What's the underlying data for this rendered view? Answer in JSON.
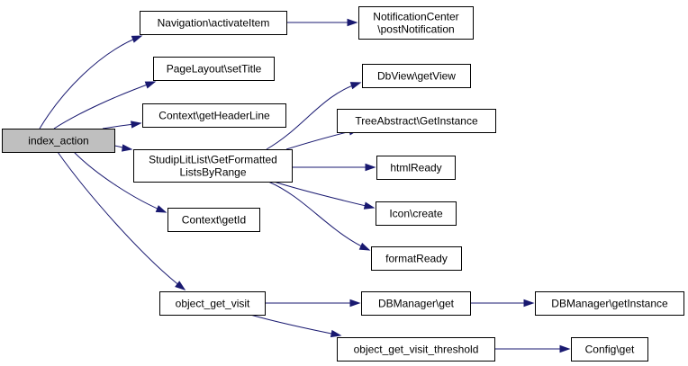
{
  "nodes": [
    {
      "id": "index_action",
      "lines": [
        "index_action"
      ],
      "root": true
    },
    {
      "id": "nav_activate",
      "lines": [
        "Navigation\\activateItem"
      ]
    },
    {
      "id": "notif_post",
      "lines": [
        "NotificationCenter",
        "\\postNotification"
      ]
    },
    {
      "id": "page_settitle",
      "lines": [
        "PageLayout\\setTitle"
      ]
    },
    {
      "id": "ctx_headerline",
      "lines": [
        "Context\\getHeaderLine"
      ]
    },
    {
      "id": "studip_formatted",
      "lines": [
        "StudipLitList\\GetFormatted",
        "ListsByRange"
      ]
    },
    {
      "id": "dbview_getview",
      "lines": [
        "DbView\\getView"
      ]
    },
    {
      "id": "tree_getinstance",
      "lines": [
        "TreeAbstract\\GetInstance"
      ]
    },
    {
      "id": "htmlready",
      "lines": [
        "htmlReady"
      ]
    },
    {
      "id": "icon_create",
      "lines": [
        "Icon\\create"
      ]
    },
    {
      "id": "formatready",
      "lines": [
        "formatReady"
      ]
    },
    {
      "id": "ctx_getid",
      "lines": [
        "Context\\getId"
      ]
    },
    {
      "id": "obj_get_visit",
      "lines": [
        "object_get_visit"
      ]
    },
    {
      "id": "dbm_get",
      "lines": [
        "DBManager\\get"
      ]
    },
    {
      "id": "dbm_getinstance",
      "lines": [
        "DBManager\\getInstance"
      ]
    },
    {
      "id": "obj_get_visit_threshold",
      "lines": [
        "object_get_visit_threshold"
      ]
    },
    {
      "id": "config_get",
      "lines": [
        "Config\\get"
      ]
    }
  ],
  "edges": [
    {
      "from": "index_action",
      "to": "nav_activate"
    },
    {
      "from": "index_action",
      "to": "page_settitle"
    },
    {
      "from": "index_action",
      "to": "ctx_headerline"
    },
    {
      "from": "index_action",
      "to": "studip_formatted"
    },
    {
      "from": "index_action",
      "to": "ctx_getid"
    },
    {
      "from": "index_action",
      "to": "obj_get_visit"
    },
    {
      "from": "nav_activate",
      "to": "notif_post"
    },
    {
      "from": "studip_formatted",
      "to": "dbview_getview"
    },
    {
      "from": "studip_formatted",
      "to": "tree_getinstance"
    },
    {
      "from": "studip_formatted",
      "to": "htmlready"
    },
    {
      "from": "studip_formatted",
      "to": "icon_create"
    },
    {
      "from": "studip_formatted",
      "to": "formatready"
    },
    {
      "from": "obj_get_visit",
      "to": "dbm_get"
    },
    {
      "from": "obj_get_visit",
      "to": "obj_get_visit_threshold"
    },
    {
      "from": "dbm_get",
      "to": "dbm_getinstance"
    },
    {
      "from": "obj_get_visit_threshold",
      "to": "config_get"
    }
  ]
}
